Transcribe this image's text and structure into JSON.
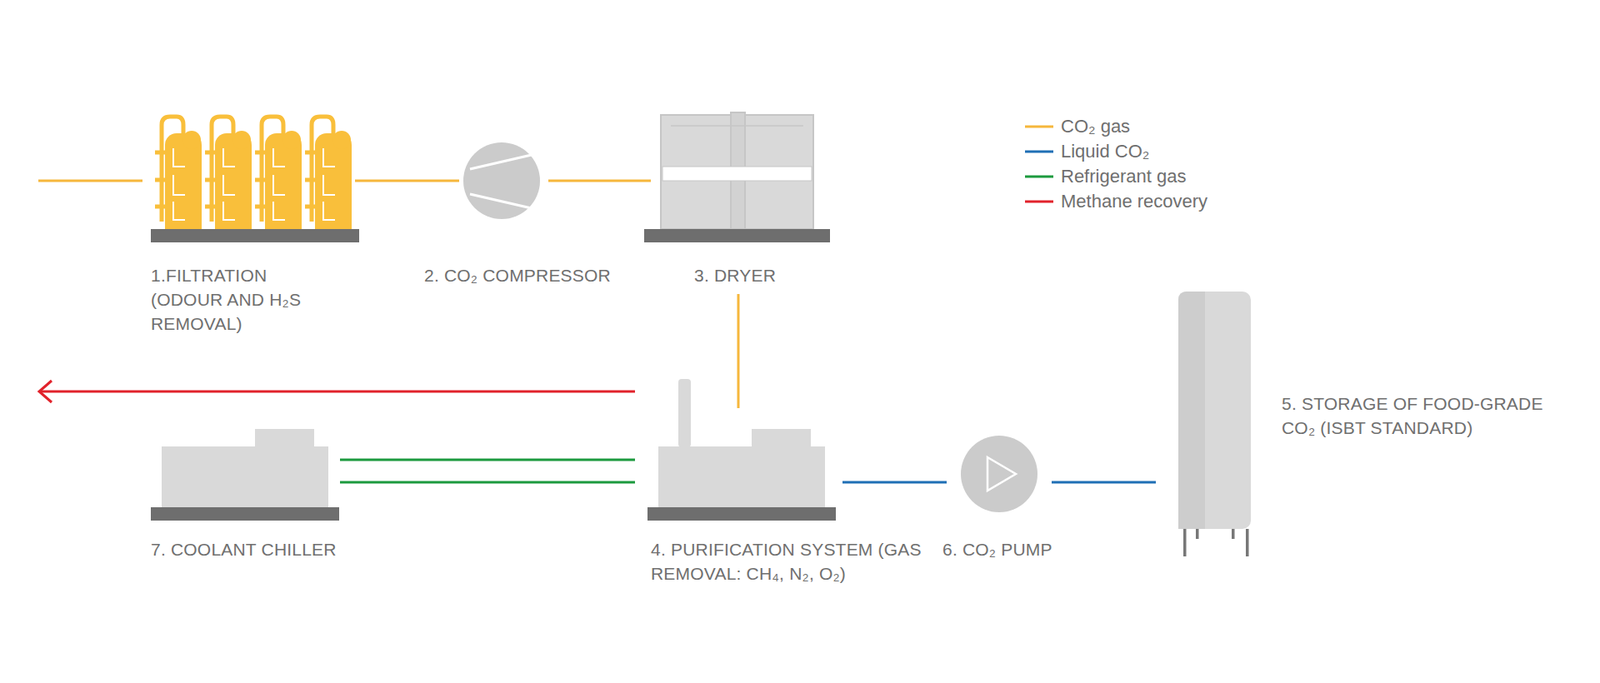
{
  "diagram": {
    "nodes": [
      {
        "text": [
          "1.FILTRATION (ODOUR AND H₂S REMOVAL)"
        ]
      },
      {
        "text": [
          "2. CO₂ COMPRESSOR"
        ]
      },
      {
        "text": [
          "3. DRYER"
        ]
      },
      {
        "text": [
          "5. STORAGE OF FOOD-GRADE CO₂ (ISBT STANDARD)"
        ]
      },
      {
        "text": [
          "7. COOLANT CHILLER"
        ]
      },
      {
        "text": [
          "4. PURIFICATION SYSTEM (GAS REMOVAL: CH₄, N₂, O₂)"
        ]
      },
      {
        "text": [
          "6. CO₂ PUMP"
        ]
      }
    ],
    "edges": [
      {
        "from": 0,
        "to": 1,
        "arrow": "none"
      },
      {
        "from": 1,
        "to": 2,
        "arrow": "none"
      },
      {
        "from": 2,
        "to": 5,
        "arrow": "none"
      },
      {
        "from": 4,
        "to": 5,
        "arrow": "none"
      },
      {
        "from": 4,
        "to": 5,
        "arrow": "none"
      },
      {
        "from": 5,
        "to": 6,
        "arrow": "none"
      },
      {
        "from": 6,
        "to": 3,
        "arrow": "none"
      }
    ],
    "legend": [
      {
        "text": "CO₂ gas"
      },
      {
        "text": "Liquid CO₂"
      },
      {
        "text": "Refrigerant gas"
      },
      {
        "text": "Methane recovery"
      }
    ]
  }
}
